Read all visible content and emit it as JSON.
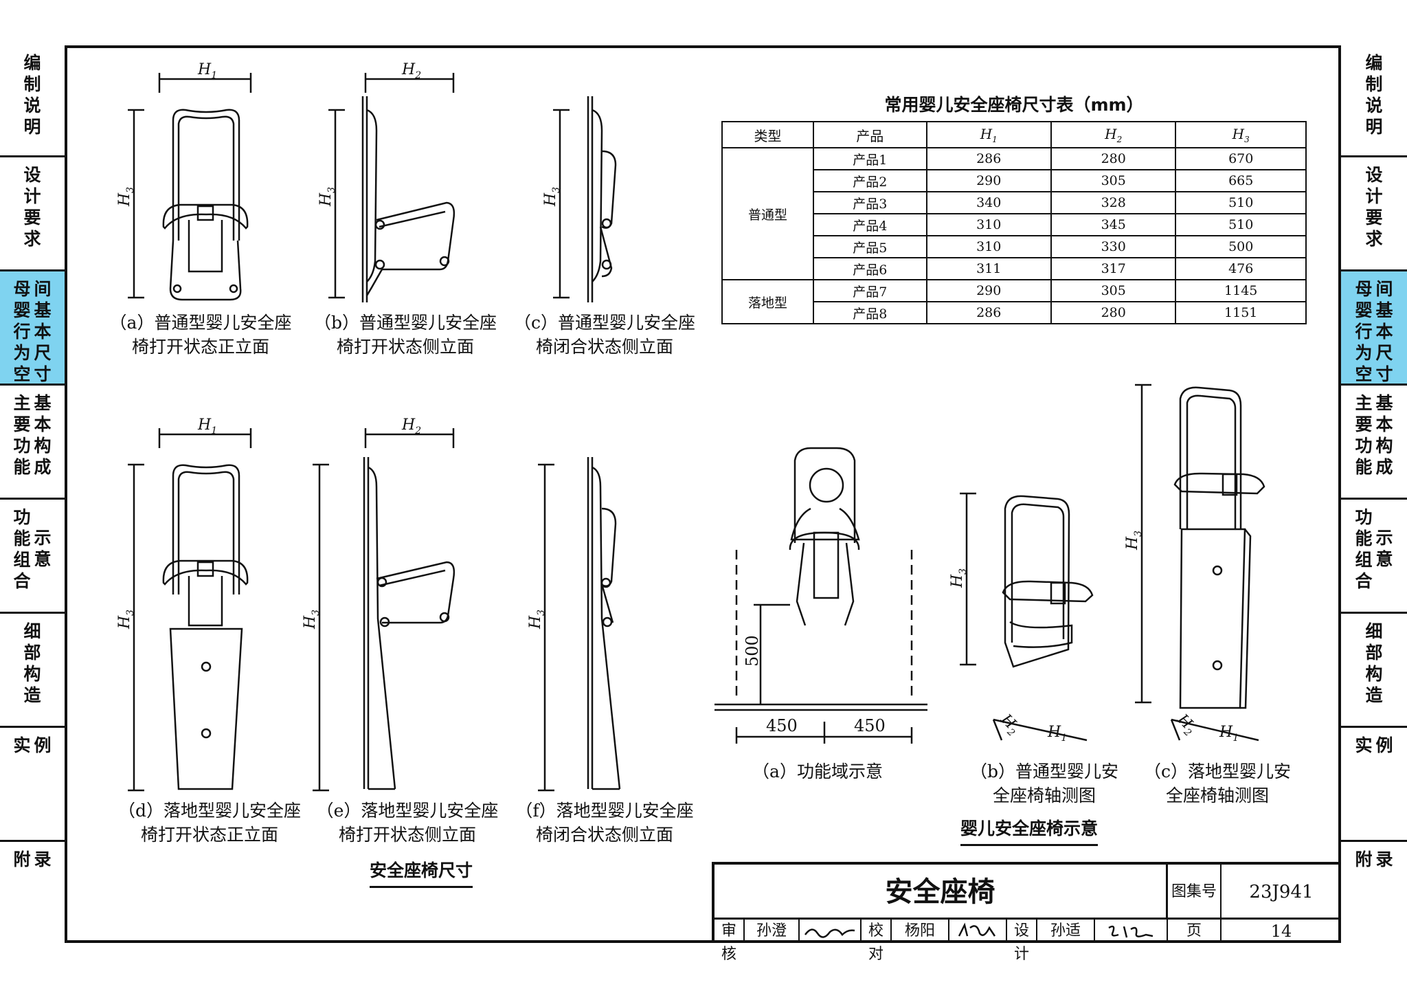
{
  "left_nav": [
    {
      "lines": [
        "编制说明"
      ]
    },
    {
      "lines": [
        "设计要求"
      ]
    },
    {
      "lines": [
        "母婴行为空",
        "间基本尺寸"
      ],
      "active": true
    },
    {
      "lines": [
        "主要功能",
        "基本构成"
      ]
    },
    {
      "lines": [
        "功能组合",
        "示意"
      ]
    },
    {
      "lines": [
        "细部构造"
      ]
    },
    {
      "lines": [
        "实",
        "例"
      ]
    },
    {
      "lines": [
        "附",
        "录"
      ]
    }
  ],
  "elevations": {
    "dim_h1": "H",
    "dim_h1_sub": "1",
    "dim_h2": "H",
    "dim_h2_sub": "2",
    "dim_h3": "H",
    "dim_h3_sub": "3",
    "captions": [
      {
        "line1": "（a）普通型婴儿安全座",
        "line2": "椅打开状态正立面"
      },
      {
        "line1": "（b）普通型婴儿安全座",
        "line2": "椅打开状态侧立面"
      },
      {
        "line1": "（c）普通型婴儿安全座",
        "line2": "椅闭合状态侧立面"
      },
      {
        "line1": "（d）落地型婴儿安全座",
        "line2": "椅打开状态正立面"
      },
      {
        "line1": "（e）落地型婴儿安全座",
        "line2": "椅打开状态侧立面"
      },
      {
        "line1": "（f）落地型婴儿安全座",
        "line2": "椅闭合状态侧立面"
      }
    ],
    "section_title": "安全座椅尺寸"
  },
  "table": {
    "title": "常用婴儿安全座椅尺寸表（mm）",
    "headers": [
      "类型",
      "产品",
      "H1",
      "H2",
      "H3"
    ],
    "groups": [
      {
        "type": "普通型",
        "rows": [
          [
            "产品1",
            "286",
            "280",
            "670"
          ],
          [
            "产品2",
            "290",
            "305",
            "665"
          ],
          [
            "产品3",
            "340",
            "328",
            "510"
          ],
          [
            "产品4",
            "310",
            "345",
            "510"
          ],
          [
            "产品5",
            "310",
            "330",
            "500"
          ],
          [
            "产品6",
            "311",
            "317",
            "476"
          ]
        ]
      },
      {
        "type": "落地型",
        "rows": [
          [
            "产品7",
            "290",
            "305",
            "1145"
          ],
          [
            "产品8",
            "286",
            "280",
            "1151"
          ]
        ]
      }
    ]
  },
  "usage": {
    "dim_500": "500",
    "dim_450_left": "450",
    "dim_450_right": "450",
    "captions": [
      {
        "line1": "（a）功能域示意",
        "line2": ""
      },
      {
        "line1": "（b）普通型婴儿安",
        "line2": "全座椅轴测图"
      },
      {
        "line1": "（c）落地型婴儿安",
        "line2": "全座椅轴测图"
      }
    ],
    "section_title": "婴儿安全座椅示意"
  },
  "title_block": {
    "drawing_title": "安全座椅",
    "atlas_label": "图集号",
    "atlas_no": "23J941",
    "review_label": "审核",
    "reviewer": "孙澄",
    "check_label": "校对",
    "checker": "杨阳",
    "design_label": "设计",
    "designer": "孙适",
    "page_label": "页",
    "page_no": "14"
  }
}
